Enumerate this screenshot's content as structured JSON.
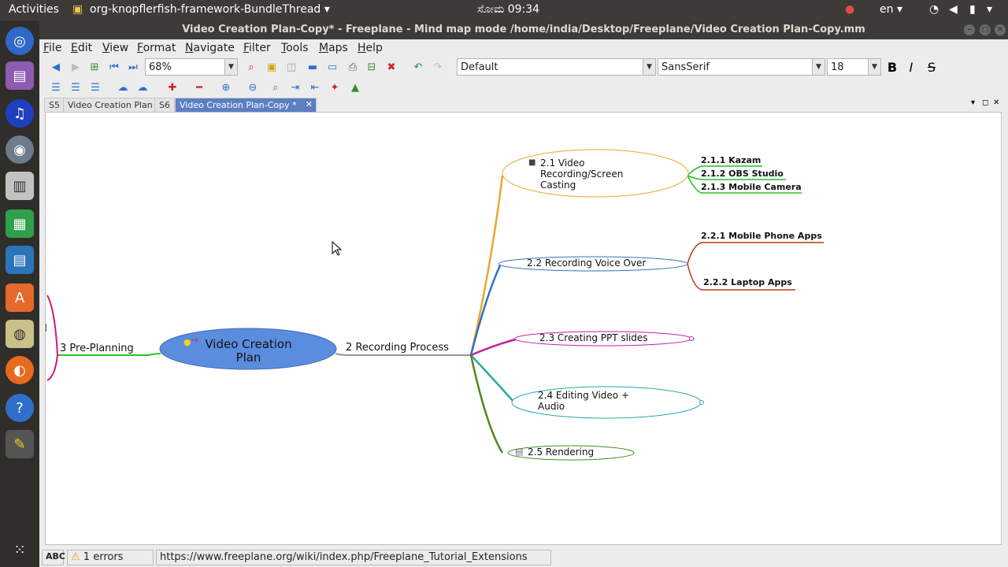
{
  "topbar": {
    "activities": "Activities",
    "app_name": "org-knopflerfish-framework-BundleThread",
    "clock": "ಸೋಮ 09:34",
    "language": "en"
  },
  "window": {
    "title": "Video Creation Plan-Copy* - Freeplane - Mind map mode /home/india/Desktop/Freeplane/Video Creation Plan-Copy.mm"
  },
  "menu": [
    "File",
    "Edit",
    "View",
    "Format",
    "Navigate",
    "Filter",
    "Tools",
    "Maps",
    "Help"
  ],
  "toolbar": {
    "zoom": "68%",
    "style": "Default",
    "font": "SansSerif",
    "font_size": "18",
    "bold": "B",
    "italic": "I",
    "strike": "S"
  },
  "tabs": [
    "S5",
    "Video Creation Plan",
    "S6",
    "Video Creation Plan-Copy *"
  ],
  "mindmap": {
    "root": "Video Creation Plan",
    "root_line1": "Video Creation",
    "root_line2": "Plan",
    "left_branch": "3 Pre-Planning",
    "right_branch": "2 Recording Process",
    "children": {
      "n21_line1": "2.1 Video",
      "n21_line2": "Recording/Screen",
      "n21_line3": "Casting",
      "n22": "2.2 Recording Voice Over",
      "n23": "2.3 Creating PPT slides",
      "n24_line1": "2.4 Editing Video +",
      "n24_line2": "Audio",
      "n25": "2.5 Rendering"
    },
    "leaves": {
      "n211": "2.1.1 Kazam",
      "n212": "2.1.2 OBS Studio",
      "n213": "2.1.3 Mobile Camera",
      "n221": "2.2.1 Mobile Phone Apps",
      "n222": "2.2.2 Laptop Apps"
    }
  },
  "status": {
    "spell": "ABC",
    "errors": "1 errors",
    "url": "https://www.freeplane.org/wiki/index.php/Freeplane_Tutorial_Extensions"
  },
  "colors": {
    "root_fill": "#5b8ddf",
    "branch_orange": "#f0a531",
    "branch_blue": "#2f74c0",
    "branch_magenta": "#c21fa8",
    "branch_teal": "#2aa8a8",
    "branch_green": "#4a8a1a",
    "leaf_green": "#21c421",
    "leaf_red": "#b33a1a",
    "left_pink": "#d3176b"
  }
}
